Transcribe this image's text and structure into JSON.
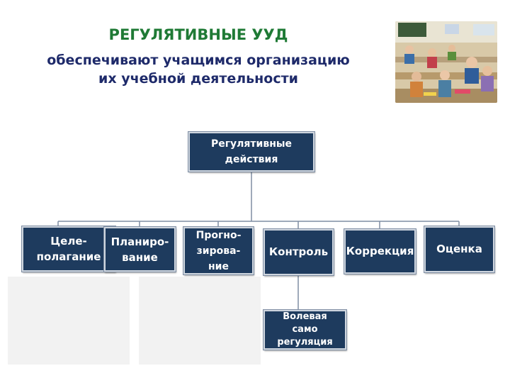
{
  "header": {
    "title": "РЕГУЛЯТИВНЫЕ УУД",
    "subtitle_line1": "обеспечивают учащимся организацию",
    "subtitle_line2": "их учебной деятельности"
  },
  "diagram": {
    "root": "Регулятивные\nдействия",
    "children": [
      "Целе-\nполагание",
      "Планиро-\nвание",
      "Прогно-\nзирова-\nние",
      "Контроль",
      "Коррекция",
      "Оценка"
    ],
    "subchild": "Волевая\nсамо\nрегуляция"
  },
  "colors": {
    "title": "#1f7a35",
    "subtitle": "#1e2a6a",
    "box_fill": "#1e3b5e",
    "box_text": "#ffffff",
    "connector": "#7f8ea3"
  }
}
